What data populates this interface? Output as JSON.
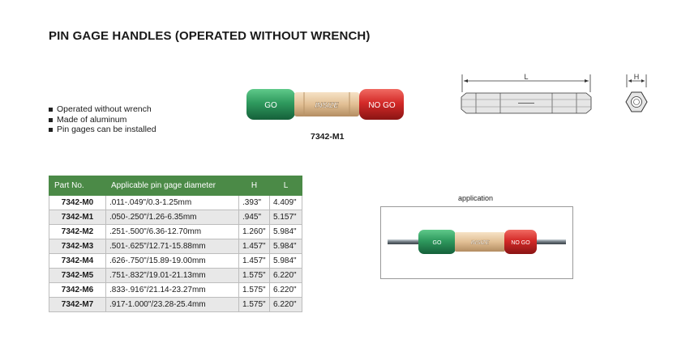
{
  "page": {
    "title": "PIN GAGE HANDLES (OPERATED WITHOUT WRENCH)",
    "features": [
      "Operated without wrench",
      "Made of aluminum",
      "Pin gages can be installed"
    ]
  },
  "product_image": {
    "go_label": "GO",
    "nogo_label": "NO GO",
    "brand": "INSIZE",
    "caption": "7342-M1",
    "colors": {
      "go": "#2f9a5e",
      "nogo": "#d42a28",
      "body": "#e1bf94"
    }
  },
  "drawing": {
    "length_label": "L",
    "height_label": "H"
  },
  "application": {
    "label": "application",
    "go_label": "GO",
    "nogo_label": "NO GO",
    "brand": "INSIZE"
  },
  "table": {
    "header_color": "#4b8a47",
    "columns": [
      "Part No.",
      "Applicable pin gage diameter",
      "H",
      "L"
    ],
    "rows": [
      {
        "part": "7342-M0",
        "diameter": ".011-.049\"/0.3-1.25mm",
        "h": ".393\"",
        "l": "4.409\""
      },
      {
        "part": "7342-M1",
        "diameter": ".050-.250\"/1.26-6.35mm",
        "h": ".945\"",
        "l": "5.157\""
      },
      {
        "part": "7342-M2",
        "diameter": ".251-.500\"/6.36-12.70mm",
        "h": "1.260\"",
        "l": "5.984\""
      },
      {
        "part": "7342-M3",
        "diameter": ".501-.625\"/12.71-15.88mm",
        "h": "1.457\"",
        "l": "5.984\""
      },
      {
        "part": "7342-M4",
        "diameter": ".626-.750\"/15.89-19.00mm",
        "h": "1.457\"",
        "l": "5.984\""
      },
      {
        "part": "7342-M5",
        "diameter": ".751-.832\"/19.01-21.13mm",
        "h": "1.575\"",
        "l": "6.220\""
      },
      {
        "part": "7342-M6",
        "diameter": ".833-.916\"/21.14-23.27mm",
        "h": "1.575\"",
        "l": "6.220\""
      },
      {
        "part": "7342-M7",
        "diameter": ".917-1.000\"/23.28-25.4mm",
        "h": "1.575\"",
        "l": "6.220\""
      }
    ]
  }
}
